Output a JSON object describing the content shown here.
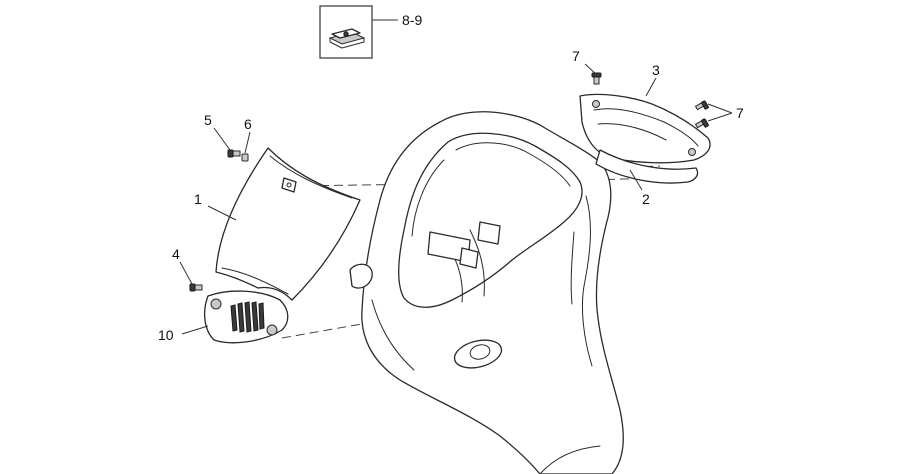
{
  "callouts": {
    "c_8_9": "8-9",
    "c_7_top": "7",
    "c_3": "3",
    "c_7_right": "7",
    "c_5": "5",
    "c_6": "6",
    "c_1": "1",
    "c_2": "2",
    "c_4": "4",
    "c_10": "10"
  },
  "colors": {
    "line": "#2a2a2a",
    "background": "#ffffff"
  }
}
